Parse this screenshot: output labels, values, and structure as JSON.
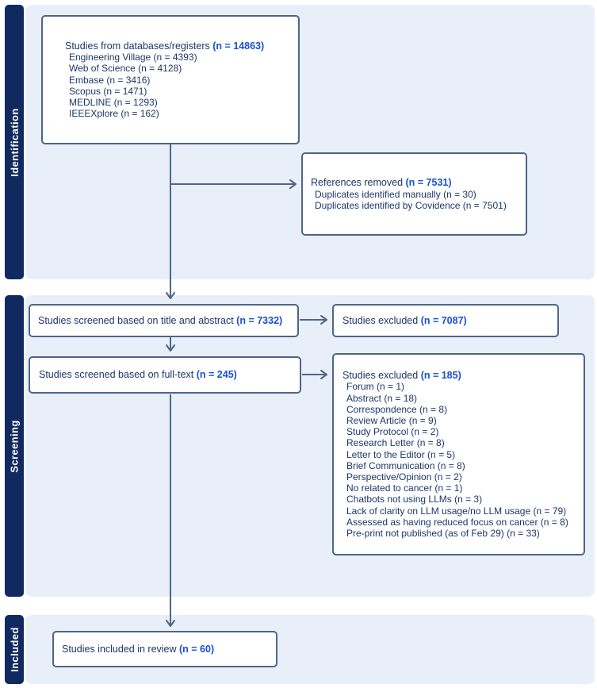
{
  "sections": [
    {
      "label": "Identification"
    },
    {
      "label": "Screening"
    },
    {
      "label": "Included"
    }
  ],
  "boxes": {
    "databases": {
      "title": "Studies from databases/registers",
      "count": "(n = 14863)",
      "items": [
        "Engineering Village (n = 4393)",
        "Web of Science (n = 4128)",
        "Embase (n = 3416)",
        "Scopus (n = 1471)",
        "MEDLINE (n = 1293)",
        "IEEEXplore (n = 162)"
      ]
    },
    "references_removed": {
      "title": "References removed",
      "count": "(n = 7531)",
      "items": [
        "Duplicates identified manually (n = 30)",
        "Duplicates identified by Covidence (n = 7501)"
      ]
    },
    "screened_title_abstract": {
      "title": "Studies screened based on title and abstract",
      "count": "(n = 7332)"
    },
    "excluded_title_abstract": {
      "title": "Studies excluded",
      "count": "(n = 7087)"
    },
    "screened_fulltext": {
      "title": "Studies screened based on full-text",
      "count": "(n = 245)"
    },
    "excluded_fulltext": {
      "title": "Studies excluded",
      "count": "(n = 185)",
      "items": [
        "Forum (n = 1)",
        "Abstract (n = 18)",
        "Correspondence (n = 8)",
        "Review Article (n = 9)",
        "Study Protocol (n = 2)",
        "Research Letter (n = 8)",
        "Letter to the Editor (n = 5)",
        "Brief Communication (n = 8)",
        "Perspective/Opinion (n = 2)",
        "No related to cancer (n = 1)",
        "Chatbots not using LLMs (n = 3)",
        "Lack of clarity on LLM usage/no LLM usage (n = 79)",
        "Assessed as having reduced focus on cancer (n = 8)",
        "Pre-print not published (as of Feb 29) (n = 33)"
      ]
    },
    "included": {
      "title": "Studies included in review",
      "count": "(n = 60)"
    }
  },
  "colors": {
    "section_label_bg": "#10295e",
    "section_label_text": "#ffffff",
    "section_panel_bg": "#e9eff9",
    "box_border": "#4e6587",
    "arrow": "#4e6587",
    "body_text": "#1c3668",
    "count_text": "#1a4fd1",
    "box_bg": "#ffffff"
  }
}
